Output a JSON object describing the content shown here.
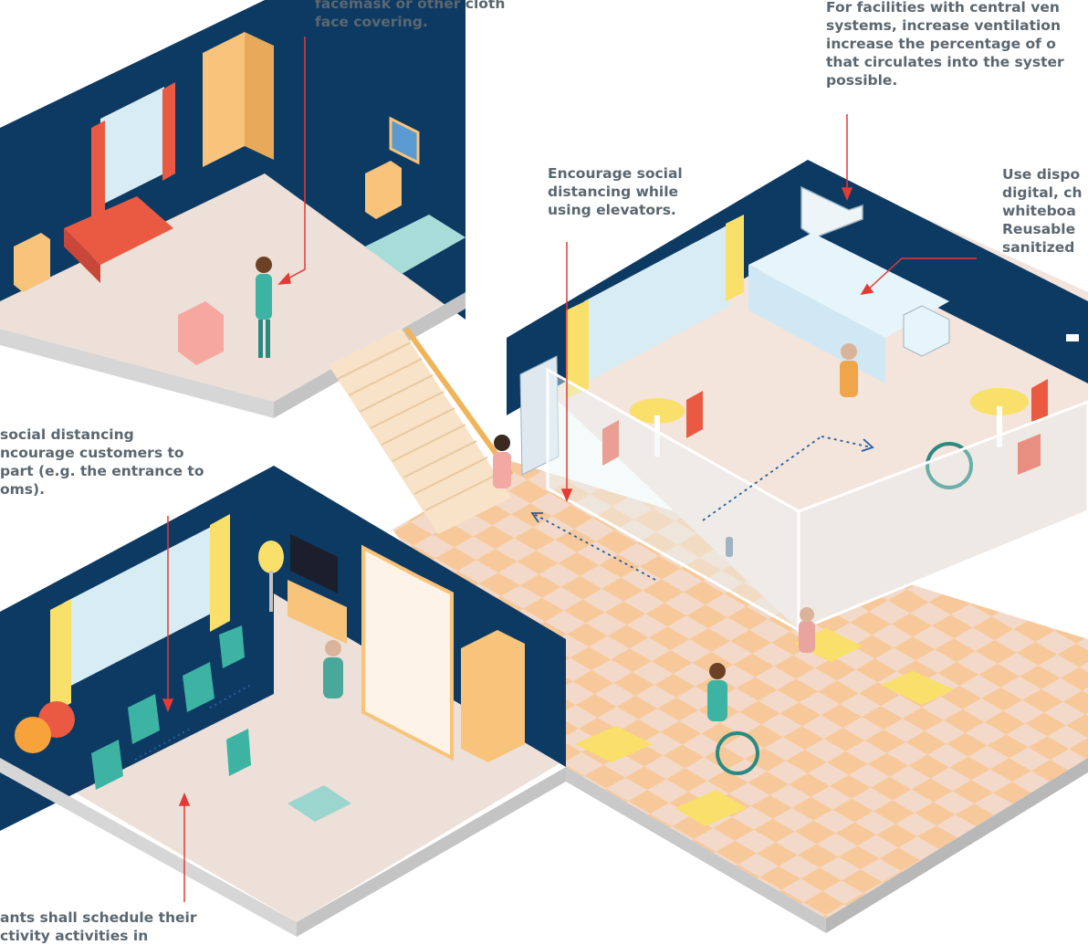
{
  "palette": {
    "wall_navy": "#0d3a63",
    "floor_beige": "#ede0d8",
    "floor_tile_a": "#f7c99a",
    "floor_tile_b": "#f3d9c9",
    "platform_side": "#d6d6d6",
    "platform_front": "#c4c4c4",
    "curtain_yellow": "#f9e06a",
    "window_blue": "#d8ecf4",
    "wood": "#f8c37a",
    "teal": "#3db3a3",
    "red": "#ea5a43",
    "arrow_red": "#e53935",
    "text_gray": "#5b6770",
    "dotted_blue": "#2a5d9f"
  },
  "callouts": {
    "facemask": {
      "lines": [
        "facemask or other cloth",
        "face covering."
      ]
    },
    "ventilation": {
      "lines": [
        "For facilities with central ven",
        "systems, increase ventilation",
        "increase the percentage of o",
        "that circulates into the syster",
        "possible."
      ]
    },
    "elevators": {
      "lines": [
        "Encourage social",
        "distancing while",
        "using elevators."
      ]
    },
    "disposable": {
      "lines": [
        "Use dispo",
        "digital, ch",
        "whiteboa",
        "Reusable",
        "sanitized"
      ]
    },
    "queue": {
      "lines": [
        "social distancing",
        "ncourage customers to",
        "part (e.g. the entrance to",
        "oms)."
      ]
    },
    "schedule": {
      "lines": [
        "ants shall schedule their",
        "ctivity activities in"
      ]
    }
  },
  "icons": [
    "elevator-icon",
    "wheelchair-icon",
    "walker-icon",
    "chess-board-icon",
    "tv-icon",
    "lamp-icon",
    "bookshelf-icon",
    "ac-unit-icon",
    "coffee-machine-icon",
    "security-camera-icon",
    "bed-icon",
    "wardrobe-icon",
    "painting-icon",
    "exercise-ball-icon"
  ]
}
